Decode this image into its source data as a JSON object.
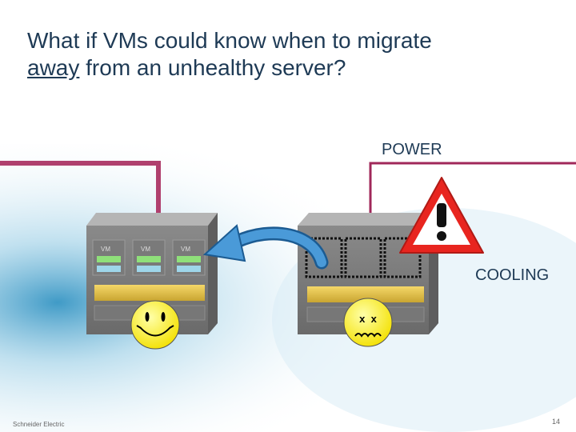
{
  "slide": {
    "title_part1": "What if VMs could know when to migrate",
    "title_underlined": "away",
    "title_part2": " from an unhealthy server?",
    "power_label": "POWER",
    "cooling_label": "COOLING",
    "vm_labels": [
      "VM",
      "VM",
      "VM"
    ],
    "failed_face_eyes": "x  x",
    "footer_company": "Schneider Electric",
    "page_number": "14"
  },
  "colors": {
    "title": "#1e3a55",
    "power_line_left": "#b0406e",
    "power_line_right": "#a0285a",
    "arrow": "#4a9ad8",
    "warning": "#e8251f",
    "smiley": "#ffee44"
  },
  "icons": [
    "healthy-smiley-icon",
    "unhealthy-face-icon",
    "warning-triangle-icon",
    "migration-arrow-icon"
  ]
}
